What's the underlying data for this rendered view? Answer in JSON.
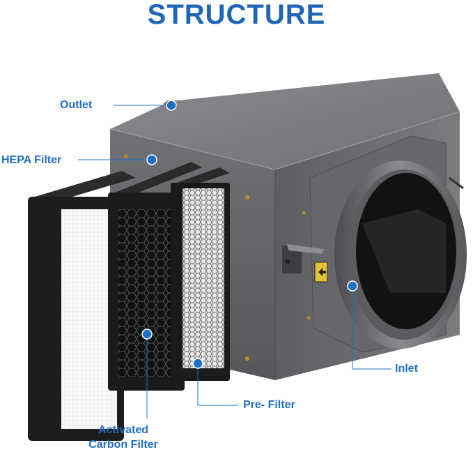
{
  "title": "STRUCTURE",
  "labels": {
    "outlet": "Outlet",
    "hepa": "HEPA Filter",
    "inlet": "Inlet",
    "pre_filter": "Pre- Filter",
    "activated_line1": "Activated",
    "activated_line2": "Carbon Filter"
  },
  "colors": {
    "accent": "#1f6fc4",
    "title": "#1f66b8",
    "housing": "#6b6d70",
    "filter_frame": "#1d1d1d"
  },
  "icons": {
    "inlet_arrow": "arrow-left-icon"
  }
}
